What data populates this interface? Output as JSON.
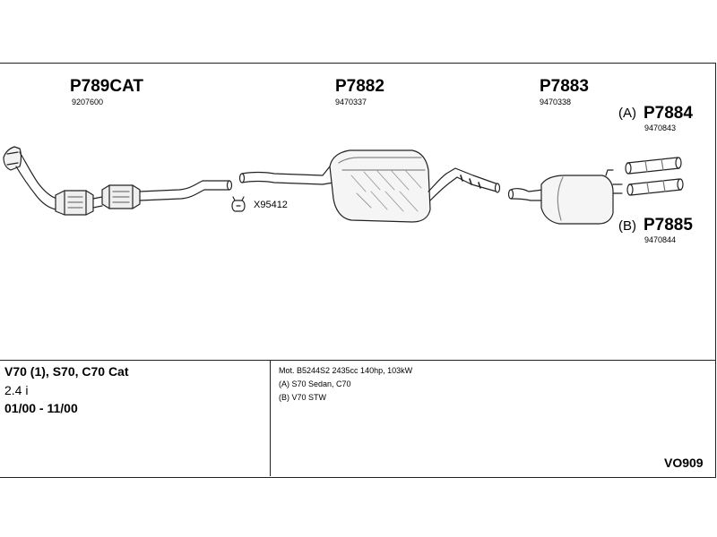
{
  "parts": [
    {
      "number": "P789CAT",
      "oe": "9207600"
    },
    {
      "number": "P7882",
      "oe": "9470337"
    },
    {
      "number": "P7883",
      "oe": "9470338"
    },
    {
      "number": "P7884",
      "oe": "9470843",
      "variant": "(A)"
    },
    {
      "number": "P7885",
      "oe": "9470844",
      "variant": "(B)"
    }
  ],
  "clamp": {
    "number": "X95412",
    "icon": "clamp-icon"
  },
  "vehicle": {
    "models": "V70 (1), S70, C70 Cat",
    "engine": "2.4 i",
    "years": "01/00 - 11/00"
  },
  "notes": [
    "Mot. B5244S2 2435cc 140hp, 103kW",
    "(A) S70 Sedan, C70",
    "(B) V70 STW"
  ],
  "diagram_code": "VO909"
}
